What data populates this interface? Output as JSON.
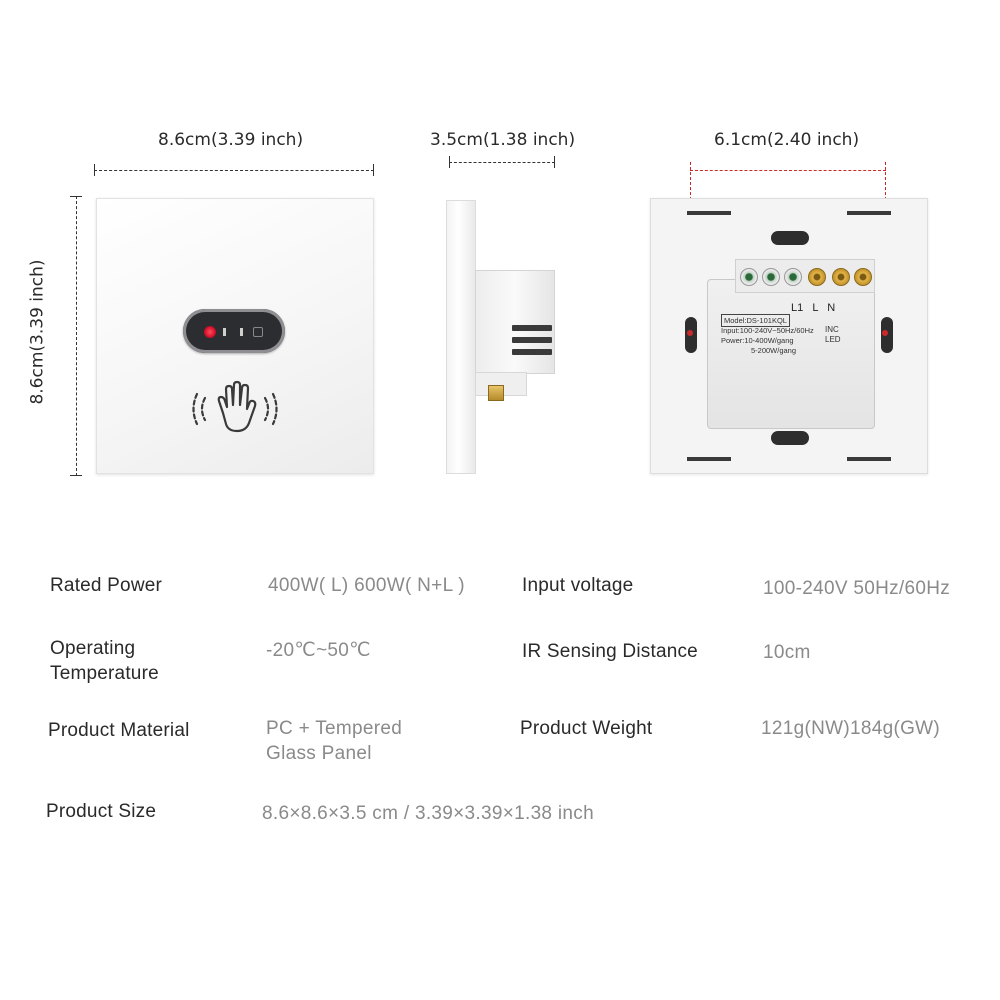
{
  "dimensions": {
    "front_width": "8.6cm(3.39 inch)",
    "front_height": "8.6cm(3.39 inch)",
    "side_depth": "3.5cm(1.38 inch)",
    "back_width": "6.1cm(2.40 inch)"
  },
  "back_module": {
    "model": "Model:DS-101KQL",
    "input": "Input:100-240V~50Hz/60Hz",
    "power_line1": "Power:10-400W/gang",
    "power_line2": "5-200W/gang",
    "inc": "INC",
    "led": "LED",
    "terminal_labels": "L1   L   N"
  },
  "icons": {
    "ir_sensor": "ir-sensor-window-icon",
    "hand_wave": "hand-wave-icon"
  },
  "colors": {
    "ir_red": "#d4102a",
    "label": "#2a2a2a",
    "value": "#8a8a8a",
    "dimension_red": "#cc2a2a"
  },
  "specs": [
    {
      "label": "Rated Power",
      "value": "400W( L) 600W( N+L )"
    },
    {
      "label": "Input voltage",
      "value": "100-240V 50Hz/60Hz"
    },
    {
      "label": "Operating\nTemperature",
      "value": "-20℃~50℃"
    },
    {
      "label": "IR Sensing Distance",
      "value": "10cm"
    },
    {
      "label": "Product Material",
      "value": "PC + Tempered\nGlass Panel"
    },
    {
      "label": "Product Weight",
      "value": "121g(NW)184g(GW)"
    },
    {
      "label": "Product Size",
      "value": "8.6×8.6×3.5 cm / 3.39×3.39×1.38 inch"
    }
  ]
}
